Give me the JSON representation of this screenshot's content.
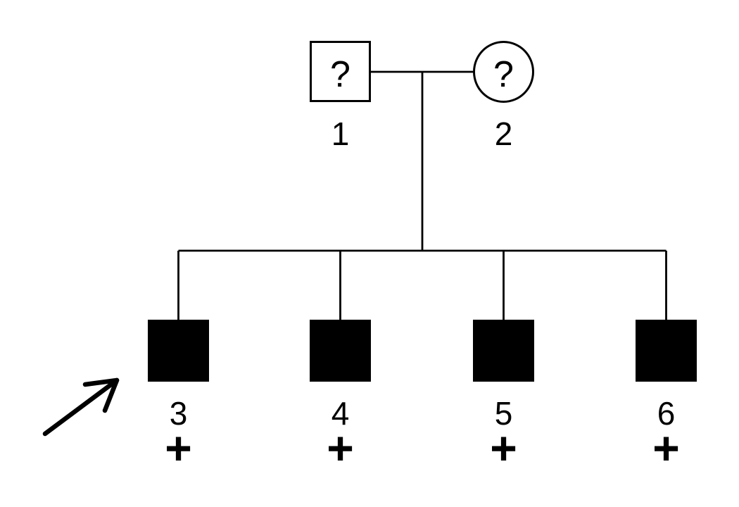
{
  "diagram": {
    "type": "pedigree-chart",
    "background_color": "#ffffff",
    "line_color": "#000000",
    "affected_fill_color": "#000000",
    "unaffected_fill_color": "#ffffff"
  },
  "parents": [
    {
      "label": "1",
      "sex_symbol": "square-male",
      "affected": "unknown",
      "status_text": "?"
    },
    {
      "label": "2",
      "sex_symbol": "circle-female",
      "affected": "unknown",
      "status_text": "?"
    }
  ],
  "children": [
    {
      "label": "3",
      "sex_symbol": "square-male",
      "affected": "affected",
      "marker": "+",
      "proband": true
    },
    {
      "label": "4",
      "sex_symbol": "square-male",
      "affected": "affected",
      "marker": "+",
      "proband": false
    },
    {
      "label": "5",
      "sex_symbol": "square-male",
      "affected": "affected",
      "marker": "+",
      "proband": false
    },
    {
      "label": "6",
      "sex_symbol": "square-male",
      "affected": "affected",
      "marker": "+",
      "proband": false
    }
  ]
}
